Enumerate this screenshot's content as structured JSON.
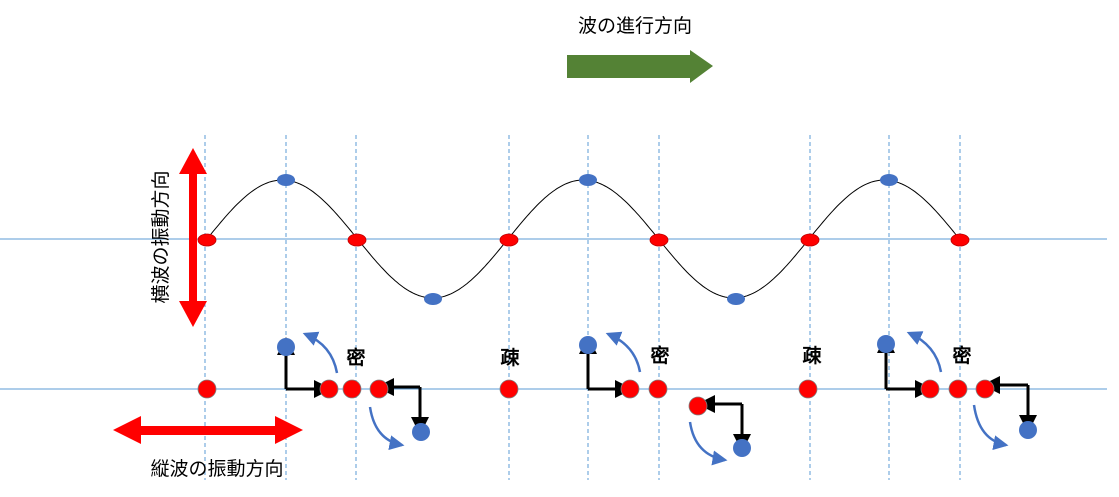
{
  "title": "波の進行方向",
  "transverse_label": "横波の振動方向",
  "longitudinal_label": "縦波の振動方向",
  "regions": [
    {
      "label": "密"
    },
    {
      "label": "疎"
    },
    {
      "label": "密"
    },
    {
      "label": "疎"
    },
    {
      "label": "密"
    }
  ],
  "colors": {
    "direction_arrow": "#548235",
    "oscillation_arrow": "#FF0000",
    "particle_red": "#FF0000",
    "particle_blue": "#4472C4",
    "axis_line": "#5B9BD5",
    "curve_arrow": "#4472C4"
  }
}
